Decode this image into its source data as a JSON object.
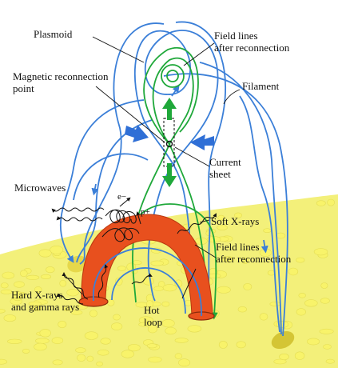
{
  "labels": {
    "plasmoid": "Plasmoid",
    "field_lines_top_1": "Field lines",
    "field_lines_top_2": "after reconnection",
    "reconnection_1": "Magnetic reconnection",
    "reconnection_2": "point",
    "filament": "Filament",
    "current_sheet_1": "Current",
    "current_sheet_2": "sheet",
    "microwaves": "Microwaves",
    "electron": "e−",
    "proton": "p+",
    "soft_xrays": "Soft X-rays",
    "field_lines_low_1": "Field lines",
    "field_lines_low_2": "after reconnection",
    "hard_xrays_1": "Hard X-rays",
    "hard_xrays_2": "and gamma rays",
    "hot_loop_1": "Hot",
    "hot_loop_2": "loop"
  },
  "colors": {
    "field_blue": "#3b7fd8",
    "field_green": "#1fa83a",
    "hot_loop": "#e8501e",
    "surface": "#f3f07a",
    "spot": "#f8f36a",
    "inflow_arrow": "#2f6fd6",
    "outflow_arrow": "#1fa83a"
  }
}
